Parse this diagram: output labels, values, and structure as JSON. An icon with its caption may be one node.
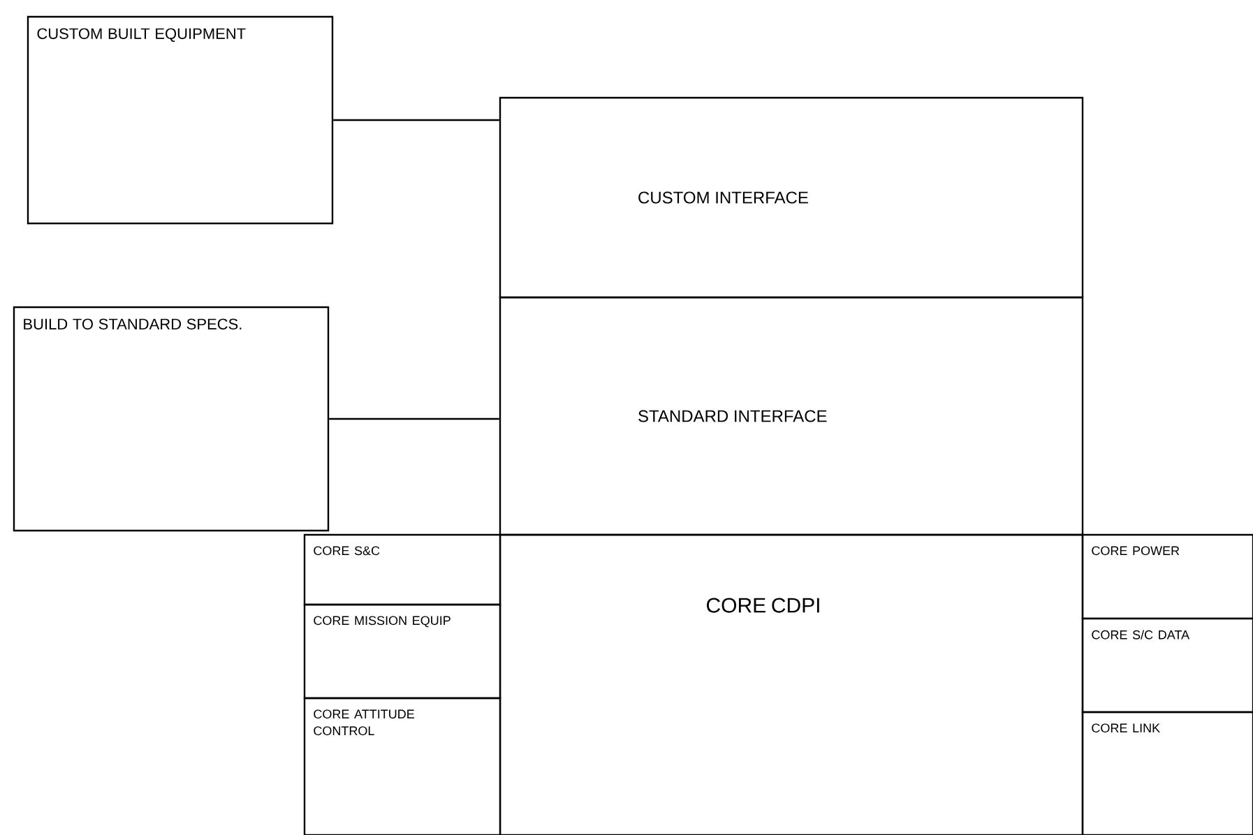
{
  "diagram": {
    "nodes": [
      {
        "text": [
          "CUSTOM BUILT EQUIPMENT"
        ]
      },
      {
        "text": [
          "BUILD TO STANDARD SPECS."
        ]
      },
      {
        "text": [
          "CUSTOM INTERFACE"
        ]
      },
      {
        "text": [
          "STANDARD INTERFACE"
        ]
      },
      {
        "text": [
          "CORE CDPI"
        ]
      },
      {
        "text": [
          "CORE S&C"
        ]
      },
      {
        "text": [
          "CORE MISSION EQUIP"
        ]
      },
      {
        "text": [
          "CORE ATTITUDE CONTROL"
        ]
      },
      {
        "text": [
          "CORE POWER"
        ]
      },
      {
        "text": [
          "CORE S/C DATA"
        ]
      },
      {
        "text": [
          "CORE LINK"
        ]
      }
    ],
    "edges": [
      {
        "from": 0,
        "to": 2,
        "arrow": "none"
      },
      {
        "from": 1,
        "to": 3,
        "arrow": "none"
      }
    ]
  }
}
